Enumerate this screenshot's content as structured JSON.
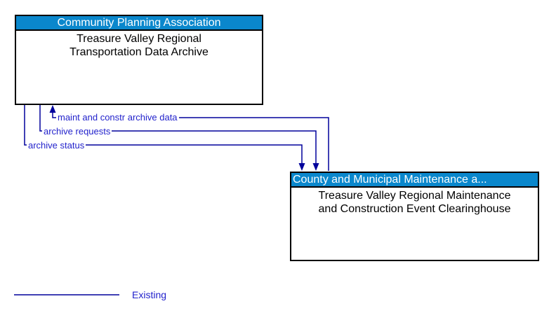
{
  "boxes": [
    {
      "header": "Community Planning Association",
      "body_line1": "Treasure Valley Regional",
      "body_line2": "Transportation Data Archive"
    },
    {
      "header": "County and Municipal Maintenance a...",
      "body_line1": "Treasure Valley Regional Maintenance",
      "body_line2": "and Construction Event Clearinghouse"
    }
  ],
  "flows": [
    {
      "label": "maint and constr archive data",
      "arrow_into": "top-box"
    },
    {
      "label": "archive requests",
      "arrow_into": "bottom-box"
    },
    {
      "label": "archive status",
      "arrow_into": "bottom-box"
    }
  ],
  "legend": {
    "label": "Existing"
  },
  "colors": {
    "header_bg": "#0A87CC",
    "header_text": "#FFFFFF",
    "box_border": "#000000",
    "body_text": "#000000",
    "connector_line": "#00009C",
    "flow_label_text": "#2222CC",
    "background": "#FFFFFF"
  }
}
